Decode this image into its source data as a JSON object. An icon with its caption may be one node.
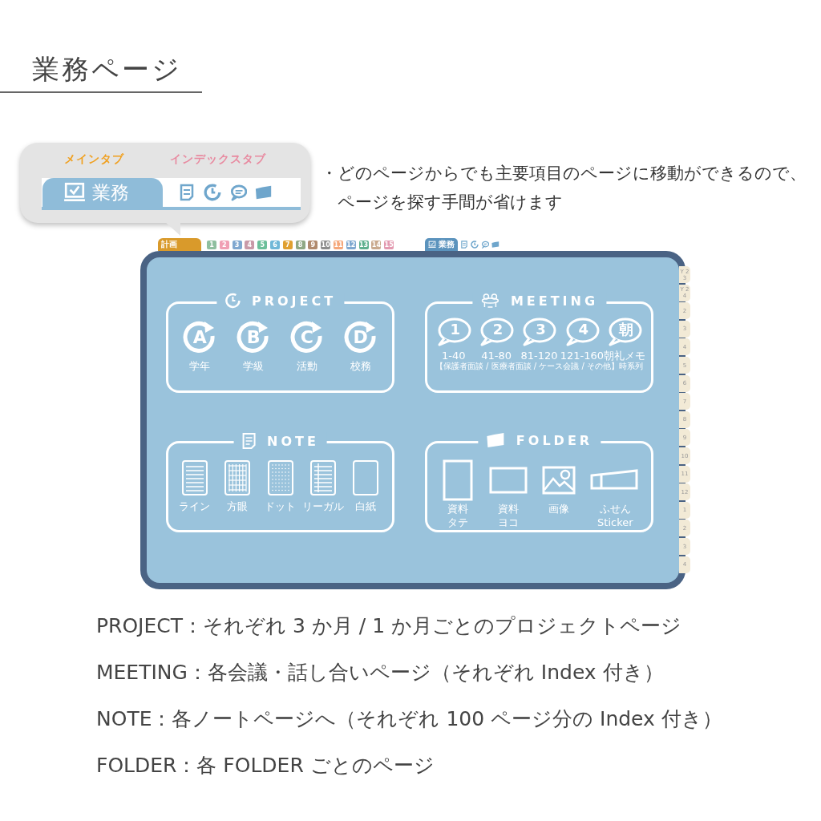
{
  "diagram": {
    "title": "業務ページ",
    "nodes": [
      {
        "text": [
          "メインタブ",
          "インデックスタブ"
        ]
      },
      {
        "text": [
          "業務"
        ],
        "in": 0
      },
      {
        "text": [],
        "shape": "box"
      },
      {
        "text": [
          "PROJECT"
        ],
        "in": 2
      },
      {
        "text": [
          "A",
          "学年"
        ],
        "in": 3
      },
      {
        "text": [
          "B",
          "学級"
        ],
        "in": 3
      },
      {
        "text": [
          "C",
          "活動"
        ],
        "in": 3
      },
      {
        "text": [
          "D",
          "校務"
        ],
        "in": 3
      },
      {
        "text": [
          "MEETING",
          "【保護者面談 / 医療者面談 / ケース会議 / その他】時系列"
        ],
        "in": 2
      },
      {
        "text": [
          "1",
          "1-40"
        ],
        "in": 8
      },
      {
        "text": [
          "2",
          "41-80"
        ],
        "in": 8
      },
      {
        "text": [
          "3",
          "81-120"
        ],
        "in": 8
      },
      {
        "text": [
          "4",
          "121-160"
        ],
        "in": 8
      },
      {
        "text": [
          "朝",
          "朝礼メモ"
        ],
        "in": 8
      },
      {
        "text": [
          "NOTE"
        ],
        "in": 2
      },
      {
        "text": [
          "ライン"
        ],
        "in": 14
      },
      {
        "text": [
          "方眼"
        ],
        "in": 14
      },
      {
        "text": [
          "ドット"
        ],
        "in": 14
      },
      {
        "text": [
          "リーガル"
        ],
        "in": 14
      },
      {
        "text": [
          "白紙"
        ],
        "in": 14
      },
      {
        "text": [
          "FOLDER"
        ],
        "in": 2
      },
      {
        "text": [
          "資料タテ"
        ],
        "in": 20
      },
      {
        "text": [
          "資料ヨコ"
        ],
        "in": 20
      },
      {
        "text": [
          "画像"
        ],
        "in": 20
      },
      {
        "text": [
          "ふせん Sticker"
        ],
        "in": 20
      }
    ],
    "labels": [
      "・どのページからでも主要項目のページに移動ができるので、ページを探す手間が省けます",
      "計画",
      "1",
      "2",
      "3",
      "4",
      "5",
      "6",
      "7",
      "8",
      "9",
      "10",
      "11",
      "12",
      "13",
      "14",
      "15",
      "業務",
      "Y 23",
      "Y 24",
      "2",
      "3",
      "4",
      "5",
      "6",
      "7",
      "8",
      "9",
      "10",
      "11",
      "12",
      "1",
      "2",
      "3",
      "4",
      "PROJECT：それぞれ 3 か月 / 1 か月ごとのプロジェクトページ",
      "MEETING：各会議・話し合いページ（それぞれ Index 付き）",
      "NOTE：各ノートページへ（それぞれ 100 ページ分の Index 付き）",
      "FOLDER：各 FOLDER ごとのページ"
    ]
  }
}
